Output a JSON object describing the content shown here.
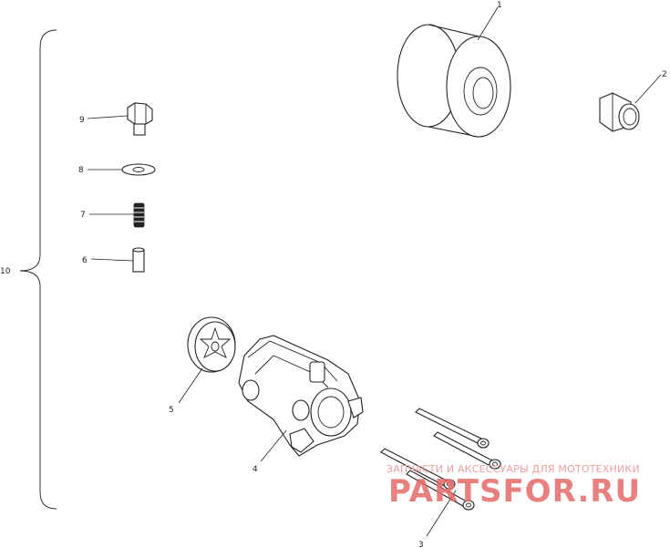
{
  "callouts": {
    "c1": "1",
    "c2": "2",
    "c3": "3",
    "c4": "4",
    "c5": "5",
    "c6": "6",
    "c7": "7",
    "c8": "8",
    "c9": "9",
    "c10": "10"
  },
  "watermark": {
    "tagline": "ЗАПЧАСТИ И АКСЕССУАРЫ ДЛЯ МОТОТЕХНИКИ",
    "brand": "PARTSFOR.RU"
  },
  "colors": {
    "line": "#222222",
    "watermark": "#e46a6a"
  }
}
